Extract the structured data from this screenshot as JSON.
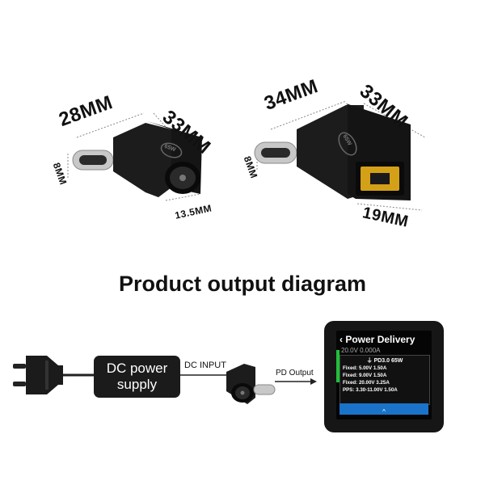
{
  "adapter_left": {
    "length": "28MM",
    "height": "33MM",
    "thickness": "8MM",
    "diameter": "13.5MM",
    "badge": "65W"
  },
  "adapter_right": {
    "length": "34MM",
    "height": "33MM",
    "thickness": "8MM",
    "width": "19MM",
    "badge": "65W"
  },
  "heading": "Product output diagram",
  "diagram": {
    "psu_line1": "DC power",
    "psu_line2": "supply",
    "dc_input_label": "DC INPUT",
    "pd_output_label": "PD Output"
  },
  "tester_screen": {
    "title": "Power Delivery",
    "subtitle": "20.0V 0.000A",
    "header": "PD3.0 65W",
    "rows": [
      "Fixed:   5.00V 1.50A",
      "Fixed:   9.00V 1.50A",
      "Fixed:  20.00V 3.25A",
      "PPS: 3.30-11.00V 1.50A"
    ],
    "caret": "^"
  },
  "colors": {
    "connector_body": "#1c1c1c",
    "barrel_port": "#2a2a2a",
    "square_port": "#d4a017",
    "psu_box": "#1b1b1b",
    "screen_green": "#1fbf3a",
    "screen_blue": "#1a73c9"
  }
}
